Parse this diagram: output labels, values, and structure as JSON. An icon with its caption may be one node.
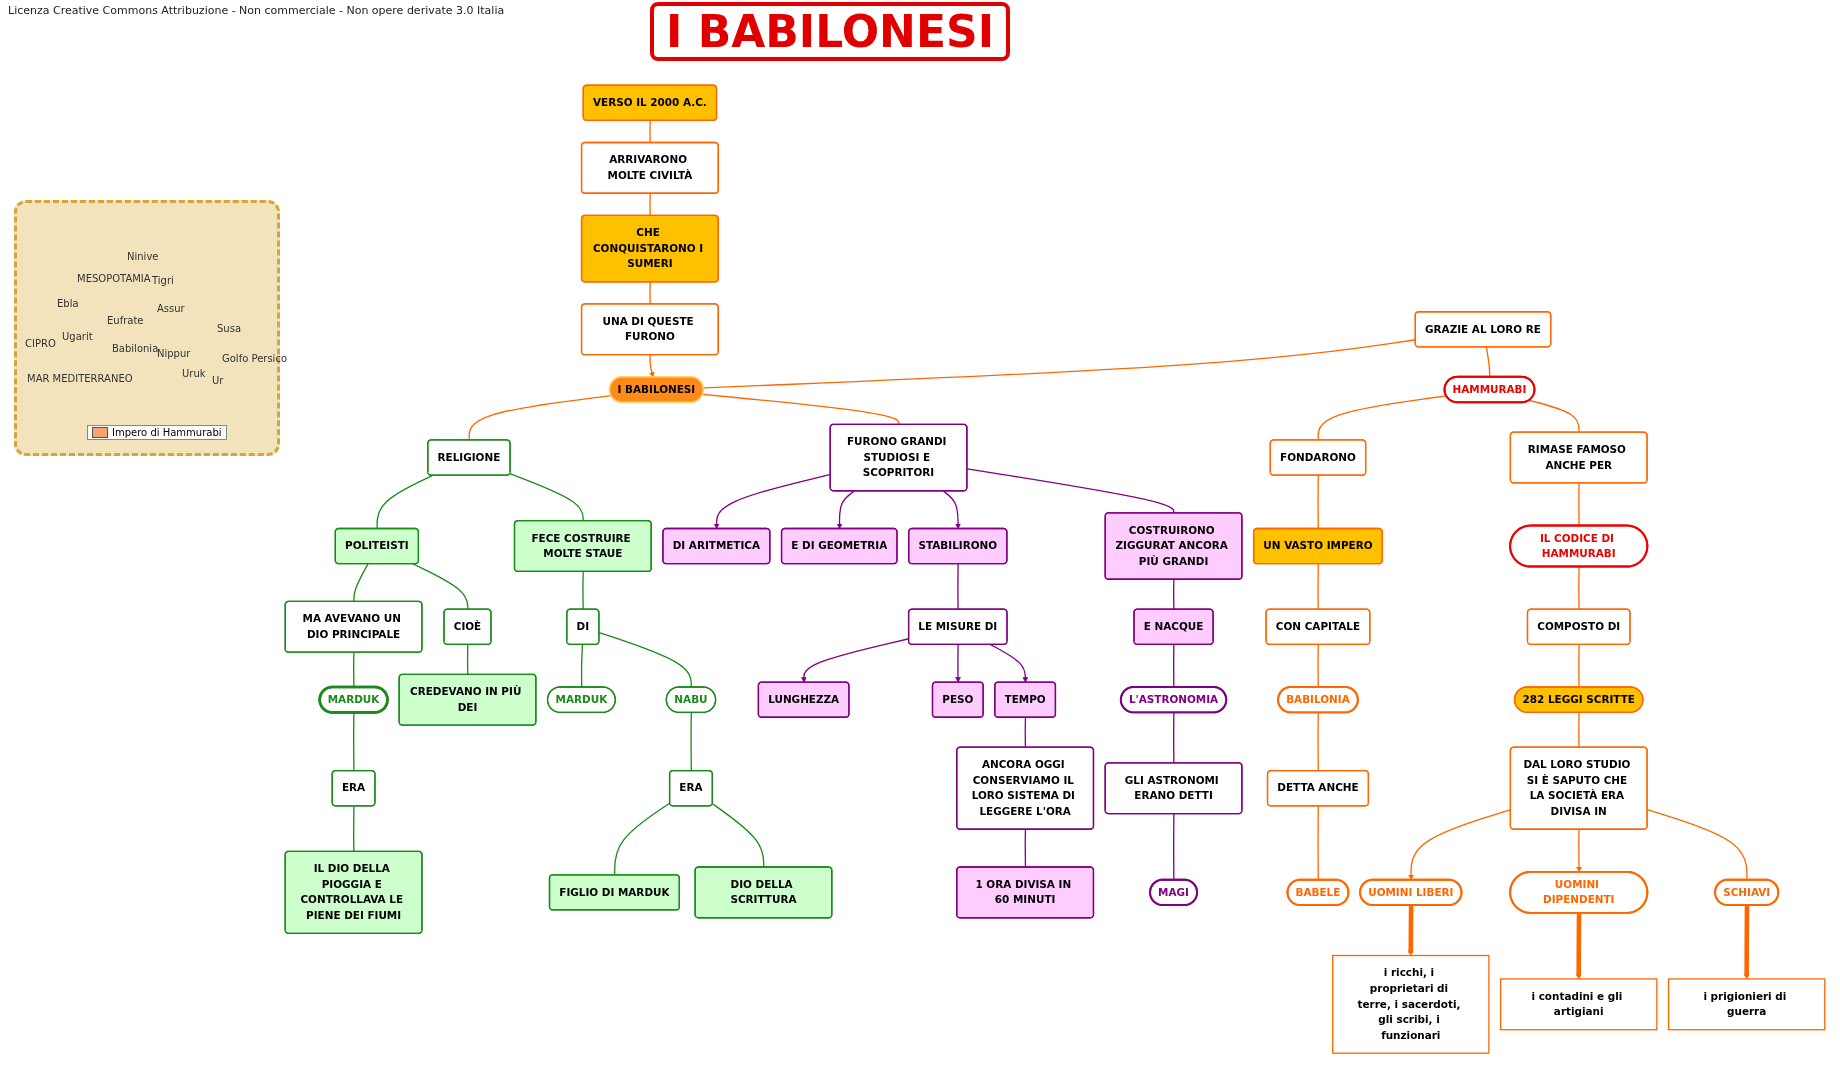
{
  "diagram": {
    "title": "I BABILONESI",
    "nodes": [
      {
        "text": [
          "I BABILONESI"
        ]
      },
      {
        "text": [
          "VERSO IL 2000 A.C."
        ]
      },
      {
        "text": [
          "ARRIVARONO MOLTE CIVILTÀ"
        ]
      },
      {
        "text": [
          "CHE CONQUISTARONO I SUMERI"
        ]
      },
      {
        "text": [
          "UNA DI QUESTE FURONO"
        ]
      },
      {
        "text": [
          "GRAZIE AL LORO RE"
        ]
      },
      {
        "text": [
          "HAMMURABI"
        ]
      },
      {
        "text": [
          "FONDARONO"
        ]
      },
      {
        "text": [
          "UN VASTO IMPERO"
        ]
      },
      {
        "text": [
          "CON CAPITALE"
        ]
      },
      {
        "text": [
          "BABILONIA"
        ]
      },
      {
        "text": [
          "DETTA ANCHE"
        ]
      },
      {
        "text": [
          "BABELE"
        ]
      },
      {
        "text": [
          "RIMASE FAMOSO ANCHE PER"
        ]
      },
      {
        "text": [
          "IL CODICE DI HAMMURABI"
        ]
      },
      {
        "text": [
          "COMPOSTO DI"
        ]
      },
      {
        "text": [
          "282 LEGGI SCRITTE"
        ]
      },
      {
        "text": [
          "DAL LORO STUDIO SI È SAPUTO CHE LA SOCIETÀ ERA DIVISA IN"
        ]
      },
      {
        "text": [
          "UOMINI LIBERI"
        ]
      },
      {
        "text": [
          "UOMINI DIPENDENTI"
        ]
      },
      {
        "text": [
          "SCHIAVI"
        ]
      },
      {
        "text": [
          "i ricchi, i proprietari di terre, i sacerdoti, gli scribi, i funzionari"
        ]
      },
      {
        "text": [
          "i contadini e gli artigiani"
        ]
      },
      {
        "text": [
          "i prigionieri di guerra"
        ]
      },
      {
        "text": [
          "RELIGIONE"
        ]
      },
      {
        "text": [
          "POLITEISTI"
        ]
      },
      {
        "text": [
          "FECE COSTRUIRE MOLTE STAUE"
        ]
      },
      {
        "text": [
          "MA AVEVANO UN DIO PRINCIPALE"
        ]
      },
      {
        "text": [
          "CIOÈ"
        ]
      },
      {
        "text": [
          "DI"
        ]
      },
      {
        "text": [
          "MARDUK"
        ]
      },
      {
        "text": [
          "CREDEVANO IN PIÙ DEI"
        ]
      },
      {
        "text": [
          "MARDUK"
        ]
      },
      {
        "text": [
          "NABU"
        ]
      },
      {
        "text": [
          "ERA"
        ]
      },
      {
        "text": [
          "ERA"
        ]
      },
      {
        "text": [
          "IL DIO DELLA PIOGGIA E CONTROLLAVA LE PIENE DEI FIUMI"
        ]
      },
      {
        "text": [
          "FIGLIO DI MARDUK"
        ]
      },
      {
        "text": [
          "DIO DELLA SCRITTURA"
        ]
      },
      {
        "text": [
          "FURONO GRANDI STUDIOSI E SCOPRITORI"
        ]
      },
      {
        "text": [
          "DI ARITMETICA"
        ]
      },
      {
        "text": [
          "E DI GEOMETRIA"
        ]
      },
      {
        "text": [
          "STABILIRONO"
        ]
      },
      {
        "text": [
          "COSTRUIRONO ZIGGURAT ANCORA PIÙ GRANDI"
        ]
      },
      {
        "text": [
          "LE MISURE DI"
        ]
      },
      {
        "text": [
          "LUNGHEZZA"
        ]
      },
      {
        "text": [
          "PESO"
        ]
      },
      {
        "text": [
          "TEMPO"
        ]
      },
      {
        "text": [
          "E NACQUE"
        ]
      },
      {
        "text": [
          "L'ASTRONOMIA"
        ]
      },
      {
        "text": [
          "ANCORA OGGI CONSERVIAMO IL LORO SISTEMA DI LEGGERE L'ORA"
        ]
      },
      {
        "text": [
          "GLI ASTRONOMI ERANO DETTI"
        ]
      },
      {
        "text": [
          "1 ORA DIVISA IN 60 MINUTI"
        ]
      },
      {
        "text": [
          "MAGI"
        ]
      }
    ],
    "edges": [
      {
        "from": 1,
        "to": 2,
        "arrow": "none"
      },
      {
        "from": 2,
        "to": 3,
        "arrow": "none"
      },
      {
        "from": 3,
        "to": 4,
        "arrow": "none"
      },
      {
        "from": 4,
        "to": 0,
        "arrow": "to"
      },
      {
        "from": 5,
        "to": 0,
        "arrow": "none"
      },
      {
        "from": 0,
        "to": 24,
        "arrow": "none"
      },
      {
        "from": 0,
        "to": 39,
        "arrow": "none"
      },
      {
        "from": 5,
        "to": 6,
        "arrow": "none"
      },
      {
        "from": 6,
        "to": 7,
        "arrow": "none"
      },
      {
        "from": 6,
        "to": 13,
        "arrow": "none"
      },
      {
        "from": 7,
        "to": 8,
        "arrow": "none"
      },
      {
        "from": 8,
        "to": 9,
        "arrow": "none"
      },
      {
        "from": 9,
        "to": 10,
        "arrow": "none"
      },
      {
        "from": 10,
        "to": 11,
        "arrow": "none"
      },
      {
        "from": 11,
        "to": 12,
        "arrow": "none"
      },
      {
        "from": 13,
        "to": 14,
        "arrow": "none"
      },
      {
        "from": 14,
        "to": 15,
        "arrow": "none"
      },
      {
        "from": 15,
        "to": 16,
        "arrow": "none"
      },
      {
        "from": 16,
        "to": 17,
        "arrow": "none"
      },
      {
        "from": 17,
        "to": 18,
        "arrow": "to"
      },
      {
        "from": 17,
        "to": 19,
        "arrow": "to"
      },
      {
        "from": 17,
        "to": 20,
        "arrow": "none"
      },
      {
        "from": 18,
        "to": 21,
        "arrow": "to",
        "style": "thick"
      },
      {
        "from": 19,
        "to": 22,
        "arrow": "to",
        "style": "thick"
      },
      {
        "from": 20,
        "to": 23,
        "arrow": "to",
        "style": "thick"
      },
      {
        "from": 24,
        "to": 25,
        "arrow": "none",
        "color": "#1a8a1a"
      },
      {
        "from": 24,
        "to": 26,
        "arrow": "none",
        "color": "#1a8a1a"
      },
      {
        "from": 25,
        "to": 27,
        "arrow": "none",
        "color": "#1a8a1a"
      },
      {
        "from": 25,
        "to": 28,
        "arrow": "none",
        "color": "#1a8a1a"
      },
      {
        "from": 27,
        "to": 30,
        "arrow": "none",
        "color": "#1a8a1a"
      },
      {
        "from": 28,
        "to": 31,
        "arrow": "none",
        "color": "#1a8a1a"
      },
      {
        "from": 30,
        "to": 34,
        "arrow": "none",
        "color": "#1a8a1a"
      },
      {
        "from": 34,
        "to": 36,
        "arrow": "none",
        "color": "#1a8a1a"
      },
      {
        "from": 26,
        "to": 29,
        "arrow": "none",
        "color": "#1a8a1a"
      },
      {
        "from": 29,
        "to": 32,
        "arrow": "none",
        "color": "#1a8a1a"
      },
      {
        "from": 29,
        "to": 33,
        "arrow": "none",
        "color": "#1a8a1a"
      },
      {
        "from": 33,
        "to": 35,
        "arrow": "none",
        "color": "#1a8a1a"
      },
      {
        "from": 35,
        "to": 37,
        "arrow": "none",
        "color": "#1a8a1a"
      },
      {
        "from": 35,
        "to": 38,
        "arrow": "none",
        "color": "#1a8a1a"
      },
      {
        "from": 39,
        "to": 40,
        "arrow": "to",
        "color": "#800080"
      },
      {
        "from": 39,
        "to": 41,
        "arrow": "to",
        "color": "#800080"
      },
      {
        "from": 39,
        "to": 42,
        "arrow": "to",
        "color": "#800080"
      },
      {
        "from": 39,
        "to": 43,
        "arrow": "none",
        "color": "#800080"
      },
      {
        "from": 42,
        "to": 44,
        "arrow": "none",
        "color": "#800080"
      },
      {
        "from": 44,
        "to": 45,
        "arrow": "to",
        "color": "#800080"
      },
      {
        "from": 44,
        "to": 46,
        "arrow": "to",
        "color": "#800080"
      },
      {
        "from": 44,
        "to": 47,
        "arrow": "to",
        "color": "#800080"
      },
      {
        "from": 47,
        "to": 50,
        "arrow": "none",
        "color": "#800080"
      },
      {
        "from": 50,
        "to": 52,
        "arrow": "none",
        "color": "#800080"
      },
      {
        "from": 43,
        "to": 48,
        "arrow": "none",
        "color": "#800080"
      },
      {
        "from": 48,
        "to": 49,
        "arrow": "none",
        "color": "#800080"
      },
      {
        "from": 49,
        "to": 51,
        "arrow": "none",
        "color": "#800080"
      },
      {
        "from": 51,
        "to": 53,
        "arrow": "none",
        "color": "#800080"
      }
    ],
    "labels": [
      "Licenza Creative Commons Attribuzione - Non commerciale - Non opere derivate 3.0 Italia",
      "Ninive",
      "MESOPOTAMIA",
      "Tigri",
      "Ebla",
      "Assur",
      "Eufrate",
      "CIPRO",
      "Ugarit",
      "Susa",
      "Babilonia",
      "Nippur",
      "MAR MEDITERRANEO",
      "Uruk",
      "Ur",
      "Golfo Persico"
    ],
    "legend": [
      {
        "text": "Impero di Hammurabi",
        "color": "#f4a46c"
      }
    ]
  }
}
